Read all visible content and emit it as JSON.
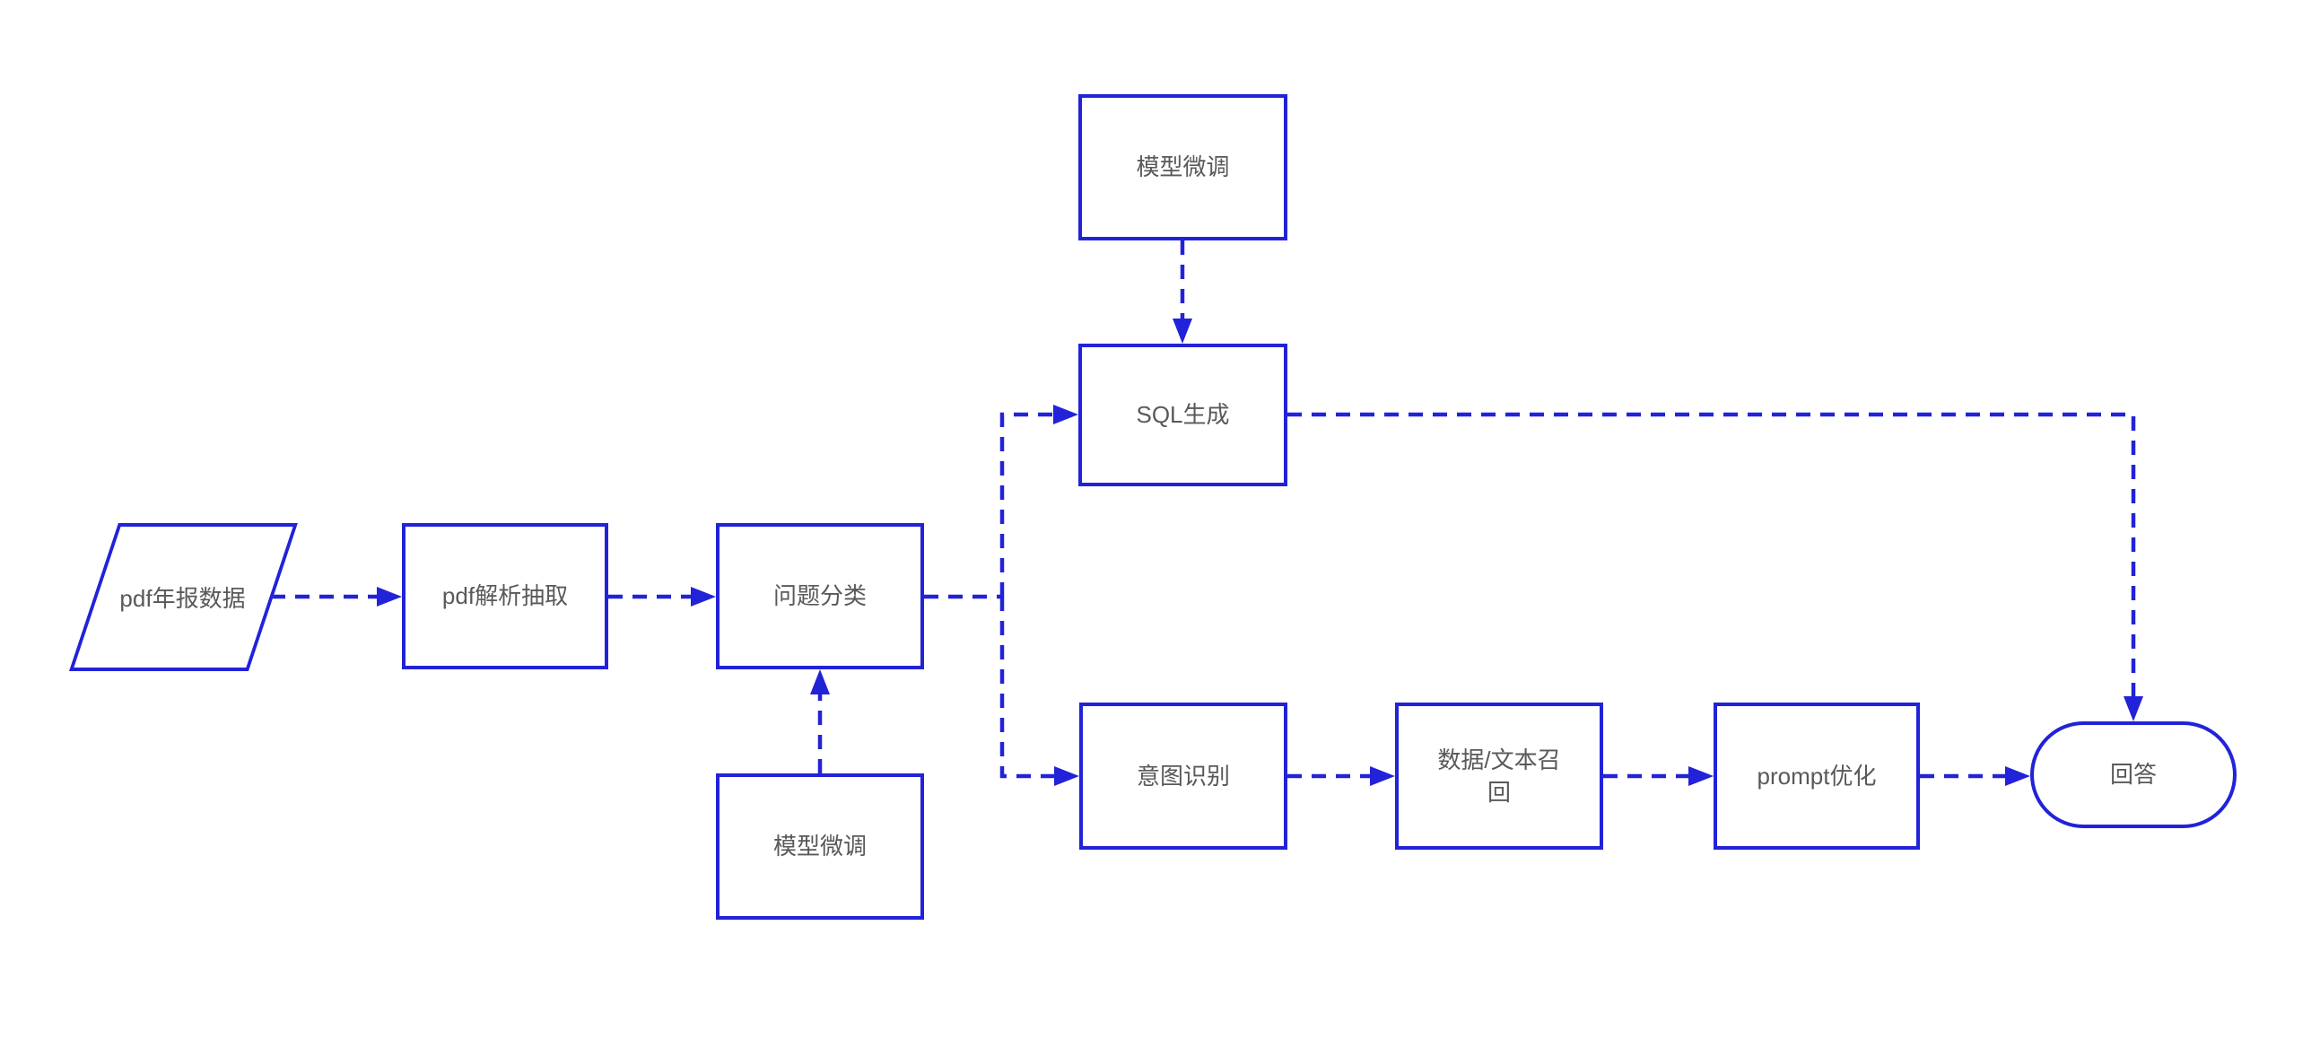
{
  "diagram": {
    "background_color": "#ffffff",
    "accent_color": "#2222d8",
    "label_color": "#595959",
    "line_style": "dashed",
    "nodes": {
      "model_finetune_top": {
        "label": "模型微调",
        "shape": "rectangle"
      },
      "sql_generation": {
        "label": "SQL生成",
        "shape": "rectangle"
      },
      "pdf_annual_report_data": {
        "label": "pdf年报数据",
        "shape": "parallelogram"
      },
      "pdf_parse_extract": {
        "label": "pdf解析抽取",
        "shape": "rectangle"
      },
      "question_classification": {
        "label": "问题分类",
        "shape": "rectangle"
      },
      "model_finetune_bottom": {
        "label": "模型微调",
        "shape": "rectangle"
      },
      "intent_recognition": {
        "label": "意图识别",
        "shape": "rectangle"
      },
      "data_text_recall": {
        "label": "数据/文本召回",
        "shape": "rectangle"
      },
      "prompt_optimization": {
        "label": "prompt优化",
        "shape": "rectangle"
      },
      "answer": {
        "label": "回答",
        "shape": "stadium"
      }
    },
    "edges": [
      {
        "from": "模型微调(上)",
        "to": "SQL生成",
        "style": "dashed-arrow"
      },
      {
        "from": "pdf年报数据",
        "to": "pdf解析抽取",
        "style": "dashed-arrow"
      },
      {
        "from": "pdf解析抽取",
        "to": "问题分类",
        "style": "dashed-arrow"
      },
      {
        "from": "问题分类",
        "to": "SQL生成",
        "style": "dashed-arrow"
      },
      {
        "from": "问题分类",
        "to": "意图识别",
        "style": "dashed-arrow"
      },
      {
        "from": "模型微调(下)",
        "to": "问题分类",
        "style": "dashed-arrow"
      },
      {
        "from": "SQL生成",
        "to": "回答",
        "style": "dashed-arrow"
      },
      {
        "from": "意图识别",
        "to": "数据/文本召回",
        "style": "dashed-arrow"
      },
      {
        "from": "数据/文本召回",
        "to": "prompt优化",
        "style": "dashed-arrow"
      },
      {
        "from": "prompt优化",
        "to": "回答",
        "style": "dashed-arrow"
      }
    ]
  }
}
